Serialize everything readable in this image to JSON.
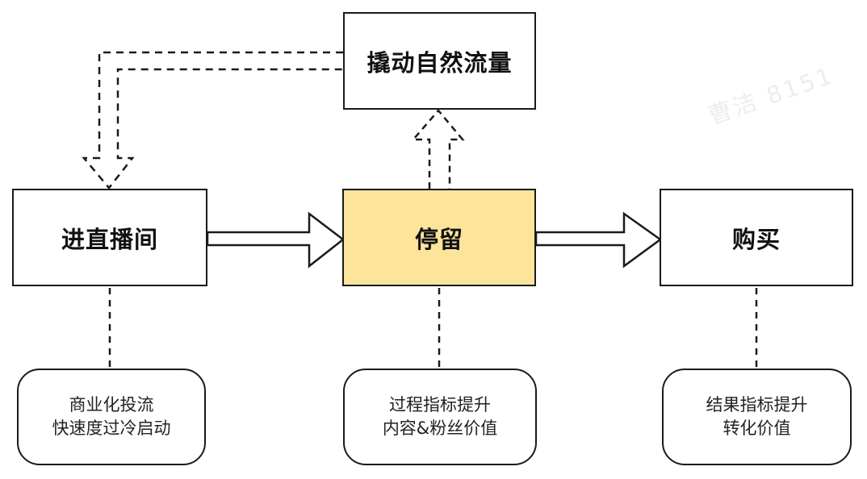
{
  "diagram": {
    "nodes": {
      "leverage": {
        "label": "撬动自然流量"
      },
      "enter": {
        "label": "进直播间"
      },
      "stay": {
        "label": "停留"
      },
      "buy": {
        "label": "购买"
      }
    },
    "notes": {
      "enter": {
        "line1": "商业化投流",
        "line2": "快速度过冷启动"
      },
      "stay": {
        "line1": "过程指标提升",
        "line2": "内容&粉丝价值"
      },
      "buy": {
        "line1": "结果指标提升",
        "line2": "转化价值"
      }
    },
    "colors": {
      "highlight_fill": "#FCE49B",
      "line": "#1a1a1a",
      "background": "#ffffff",
      "watermark": "#ededed"
    },
    "watermark_text": "曹洁 8151"
  }
}
